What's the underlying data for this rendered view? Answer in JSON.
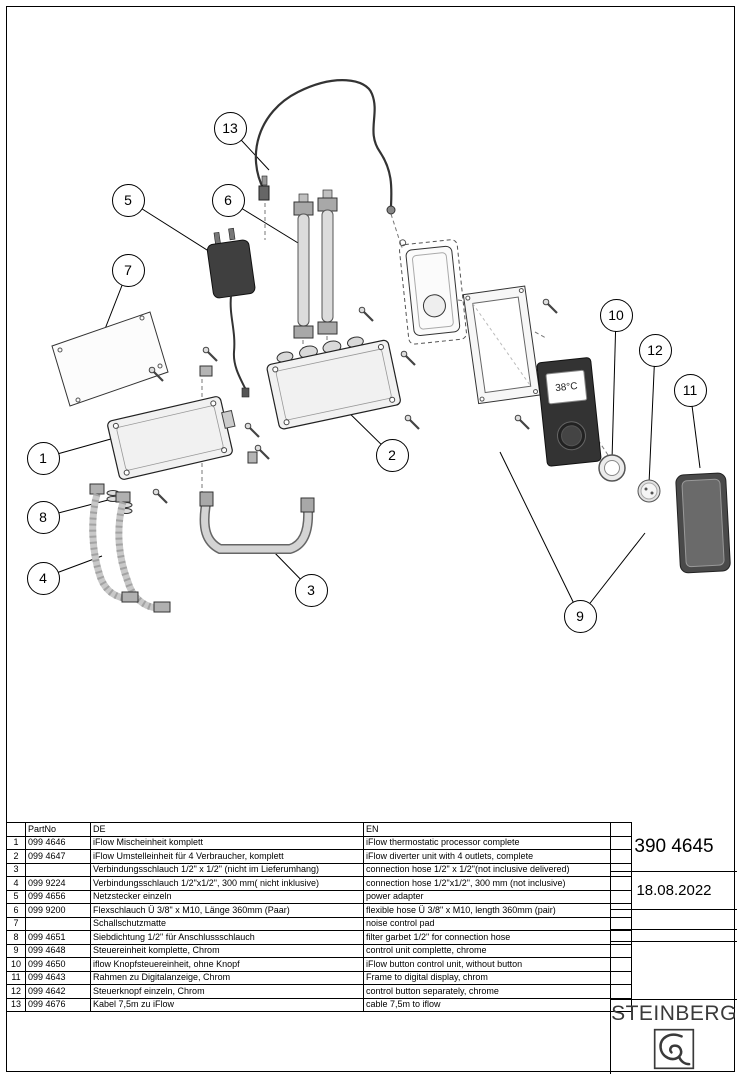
{
  "drawing": {
    "callouts": [
      "1",
      "2",
      "3",
      "4",
      "5",
      "6",
      "7",
      "8",
      "9",
      "10",
      "11",
      "12",
      "13"
    ],
    "display_temp": "38°C"
  },
  "table": {
    "headers": {
      "num": "",
      "partno": "PartNo",
      "de": "DE",
      "en": "EN"
    },
    "rows": [
      {
        "num": "1",
        "partno": "099 4646",
        "de": "iFlow Mischeinheit komplett",
        "en": "iFlow thermostatic processor complete"
      },
      {
        "num": "2",
        "partno": "099 4647",
        "de": "iFlow Umstelleinheit für 4 Verbraucher, komplett",
        "en": "iFlow diverter unit with 4 outlets, complete"
      },
      {
        "num": "3",
        "partno": "",
        "de": "Verbindungsschlauch 1/2\" x 1/2\" (nicht im Lieferumhang)",
        "en": "connection hose 1/2\"  x 1/2\"(not inclusive delivered)"
      },
      {
        "num": "4",
        "partno": "099 9224",
        "de": "Verbindungsschlauch 1/2\"x1/2\", 300 mm( nicht inklusive)",
        "en": "connection hose 1/2\"x1/2\", 300 mm (not inclusive)"
      },
      {
        "num": "5",
        "partno": "099 4656",
        "de": "Netzstecker einzeln",
        "en": "power adapter"
      },
      {
        "num": "6",
        "partno": "099 9200",
        "de": "Flexschlauch Ü 3/8\" x M10, Länge 360mm (Paar)",
        "en": "flexible hose Ü 3/8\" x M10, length 360mm (pair)"
      },
      {
        "num": "7",
        "partno": "",
        "de": "Schallschutzmatte",
        "en": "noise control pad"
      },
      {
        "num": "8",
        "partno": "099 4651",
        "de": "Siebdichtung 1/2\" für Anschlussschlauch",
        "en": "filter garbet 1/2\" for connection hose"
      },
      {
        "num": "9",
        "partno": "099 4648",
        "de": "Steuereinheit komplette, Chrom",
        "en": "control unit complette, chrome"
      },
      {
        "num": "10",
        "partno": "099 4650",
        "de": "iflow Knopfsteuereinheit, ohne Knopf",
        "en": "iFlow button control unit, without button"
      },
      {
        "num": "11",
        "partno": "099 4643",
        "de": "Rahmen zu Digitalanzeige, Chrom",
        "en": "Frame to digital display, chrom"
      },
      {
        "num": "12",
        "partno": "099 4642",
        "de": "Steuerknopf einzeln, Chrom",
        "en": "control button separately, chrome"
      },
      {
        "num": "13",
        "partno": "099 4676",
        "de": "Kabel 7,5m zu iFlow",
        "en": "cable 7,5m to iflow"
      }
    ]
  },
  "titleblock": {
    "drawing_number": "390 4645",
    "date": "18.08.2022",
    "brand": "STEINBERG"
  }
}
